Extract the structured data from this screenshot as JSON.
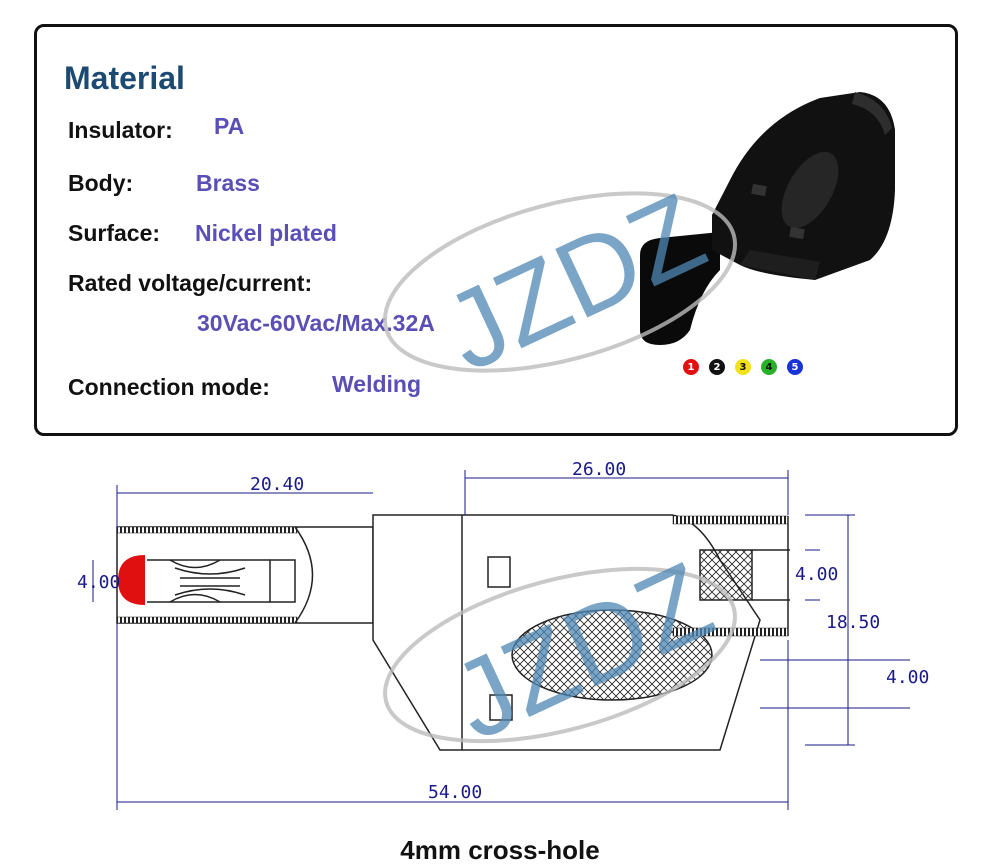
{
  "material": {
    "title": "Material",
    "rows": [
      {
        "label": "Insulator:",
        "value": "PA"
      },
      {
        "label": "Body:",
        "value": "Brass"
      },
      {
        "label": "Surface:",
        "value": "Nickel plated"
      },
      {
        "label": "Rated voltage/current:",
        "value": "30Vac-60Vac/Max.32A"
      },
      {
        "label": "Connection mode:",
        "value": "Welding"
      }
    ]
  },
  "watermark": "JZDZ",
  "color_options": [
    {
      "num": "1",
      "color": "#e01010",
      "text": "#ffffff"
    },
    {
      "num": "2",
      "color": "#111111",
      "text": "#ffffff"
    },
    {
      "num": "3",
      "color": "#f2e21a",
      "text": "#111111"
    },
    {
      "num": "4",
      "color": "#28b028",
      "text": "#111111"
    },
    {
      "num": "5",
      "color": "#1a33d6",
      "text": "#ffffff"
    }
  ],
  "dimensions": {
    "d_20_40": "20.40",
    "d_26_00": "26.00",
    "d_4_00_left": "4.00",
    "d_4_00_right": "4.00",
    "d_18_50": "18.50",
    "d_4_00_lower": "4.00",
    "d_54_00": "54.00"
  },
  "caption": "4mm cross-hole"
}
